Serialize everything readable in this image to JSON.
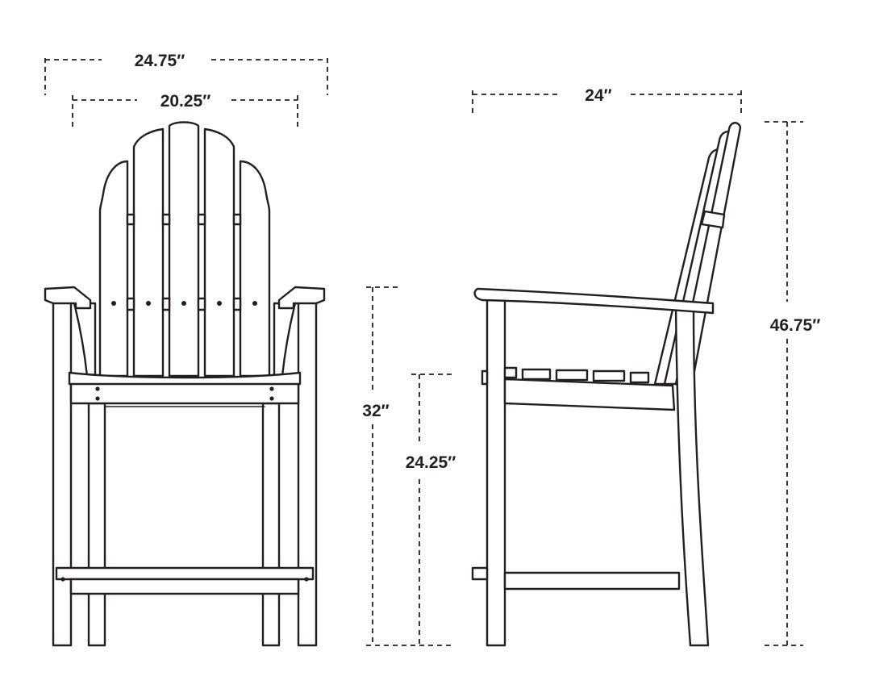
{
  "colors": {
    "line": "#231f20",
    "background": "#ffffff"
  },
  "front_view": {
    "overall_width": "24.75″",
    "seat_width": "20.25″",
    "arm_height": "32″",
    "seat_height": "24.25″"
  },
  "side_view": {
    "depth": "24″",
    "overall_height": "46.75″"
  }
}
